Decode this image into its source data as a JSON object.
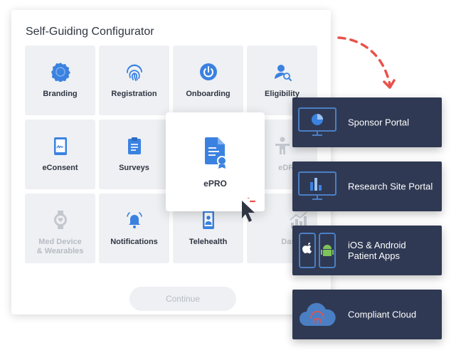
{
  "configurator": {
    "title": "Self-Guiding Configurator",
    "tiles": [
      {
        "label": "Branding",
        "icon": "badge-icon"
      },
      {
        "label": "Registration",
        "icon": "fingerprint-icon"
      },
      {
        "label": "Onboarding",
        "icon": "power-icon"
      },
      {
        "label": "Eligibility",
        "icon": "user-search-icon"
      },
      {
        "label": "eConsent",
        "icon": "tablet-signature-icon"
      },
      {
        "label": "Surveys",
        "icon": "clipboard-icon"
      },
      {
        "label": "eDRO",
        "icon": "person-icon",
        "disabled": true
      },
      {
        "label": "Med Device\n& Wearables",
        "icon": "smartwatch-icon",
        "disabled": true
      },
      {
        "label": "Notifications",
        "icon": "bell-icon"
      },
      {
        "label": "Telehealth",
        "icon": "phone-video-icon"
      },
      {
        "label": "Dashboa",
        "icon": "bar-chart-icon",
        "disabled": true
      }
    ],
    "selected": {
      "label": "ePRO",
      "icon": "document-badge-icon"
    },
    "continue_label": "Continue"
  },
  "panels": [
    {
      "label": "Sponsor Portal",
      "icon": "monitor-pie-icon"
    },
    {
      "label": "Research Site Portal",
      "icon": "monitor-bars-icon"
    },
    {
      "label": "iOS & Android\nPatient Apps",
      "icon": "mobile-apps-icon"
    },
    {
      "label": "Compliant Cloud",
      "icon": "cloud-fingerprint-icon"
    }
  ],
  "colors": {
    "accent": "#3b82e0",
    "panel": "#2f3953",
    "highlight": "#e8524a",
    "tile": "#eef0f3"
  }
}
